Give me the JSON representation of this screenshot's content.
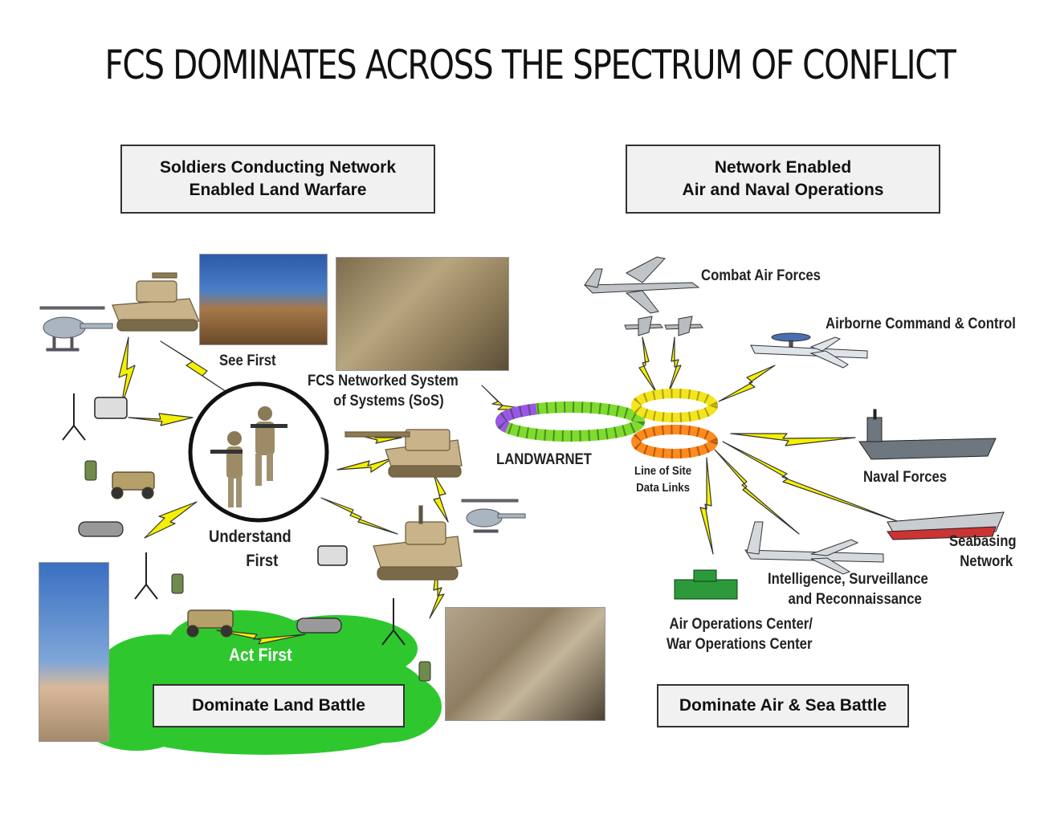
{
  "title": "FCS DOMINATES ACROSS THE SPECTRUM OF CONFLICT",
  "boxes": {
    "land_top_line1": "Soldiers Conducting Network",
    "land_top_line2": "Enabled Land Warfare",
    "air_top_line1": "Network Enabled",
    "air_top_line2": "Air and Naval Operations",
    "land_bottom": "Dominate Land Battle",
    "air_bottom": "Dominate Air & Sea Battle"
  },
  "labels": {
    "see_first": "See First",
    "fcs_line1": "FCS Networked System",
    "fcs_line2": "of Systems (SoS)",
    "landwarnet": "LANDWARNET",
    "los_line1": "Line of Site",
    "los_line2": "Data Links",
    "understand_line1": "Understand",
    "understand_line2": "First",
    "act_first": "Act First",
    "combat_air": "Combat Air Forces",
    "airborne_c2": "Airborne Command & Control",
    "naval": "Naval Forces",
    "seabasing_line1": "Seabasing",
    "seabasing_line2": "Network",
    "isr_line1": "Intelligence, Surveillance",
    "isr_line2": "and Reconnaissance",
    "aoc_line1": "Air Operations Center/",
    "aoc_line2": "War Operations Center"
  },
  "colors": {
    "lightning": "#f4f000",
    "cloud": "#2ec82e",
    "box_fill": "#f0f1f0",
    "ring_green": "#7fdc2e",
    "ring_yellow": "#f3e51e",
    "ring_orange": "#ff8a1e",
    "ring_purple": "#9b55e8"
  }
}
